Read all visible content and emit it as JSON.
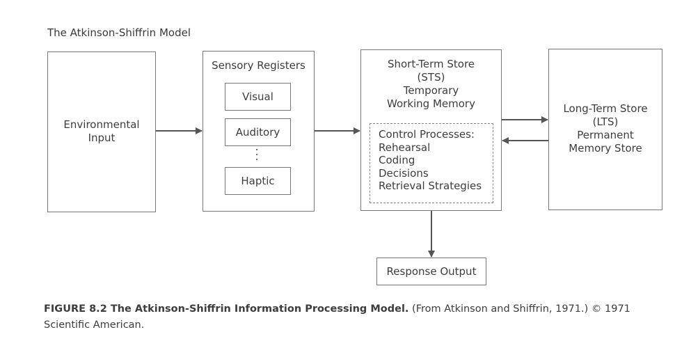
{
  "title": "The Atkinson-Shiffrin Model",
  "environment": {
    "line1": "Environmental",
    "line2": "Input"
  },
  "sensory": {
    "title": "Sensory Registers",
    "items": [
      "Visual",
      "Auditory",
      "Haptic"
    ]
  },
  "sts": {
    "line1": "Short-Term Store",
    "line2": "(STS)",
    "line3": "Temporary",
    "line4": "Working Memory",
    "control": {
      "title": "Control Processes:",
      "items": [
        "Rehearsal",
        "Coding",
        "Decisions",
        "Retrieval Strategies"
      ]
    }
  },
  "lts": {
    "line1": "Long-Term Store",
    "line2": "(LTS)",
    "line3": "Permanent",
    "line4": "Memory Store"
  },
  "response": "Response Output",
  "caption": {
    "bold": "FIGURE 8.2 The Atkinson-Shiffrin Information Processing Model.",
    "rest": " (From Atkinson and Shiffrin, 1971.) © 1971",
    "line2": "Scientific American."
  },
  "colors": {
    "stroke": "#777777",
    "arrow": "#555555",
    "text": "#3d3d3d"
  }
}
